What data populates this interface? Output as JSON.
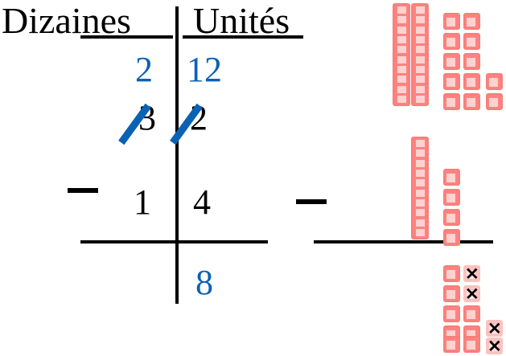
{
  "title": "Soustraction posee avec retenue - Dizaines et Unites",
  "columns": {
    "tens_label": "Dizaines",
    "units_label": "Unités",
    "separator": "|"
  },
  "colors": {
    "digit_blue": "#0b62b4",
    "digit_black": "#000000",
    "block_coral": "#fc8380",
    "block_light": "#fdd2d0",
    "block_faded": "#fdc2c0",
    "rule_black": "#000000"
  },
  "problem": {
    "minuend": "32",
    "subtrahend": "14",
    "difference": "8",
    "operator": "−"
  },
  "rows": {
    "regrouped": {
      "tens": "2",
      "units": "12"
    },
    "original_struck": {
      "tens": "3",
      "units": "2"
    },
    "subtrahend": {
      "operator": "−",
      "tens": "1",
      "units": "4"
    },
    "result": {
      "tens": "",
      "units": "8"
    }
  },
  "blocks": {
    "minuend_group": {
      "rods": 2,
      "rod_segments": 10,
      "cubes": 12,
      "cube_columns": [
        5,
        5,
        2
      ]
    },
    "subtrahend_group": {
      "operator": "−",
      "rods": 1,
      "rod_segments": 10,
      "cubes": 4,
      "cube_columns": [
        4
      ]
    },
    "result_group": {
      "cubes": 12,
      "crossed_out": 4,
      "remaining": 8,
      "cube_columns": [
        5,
        5,
        2
      ],
      "x_symbol": "✕"
    }
  }
}
